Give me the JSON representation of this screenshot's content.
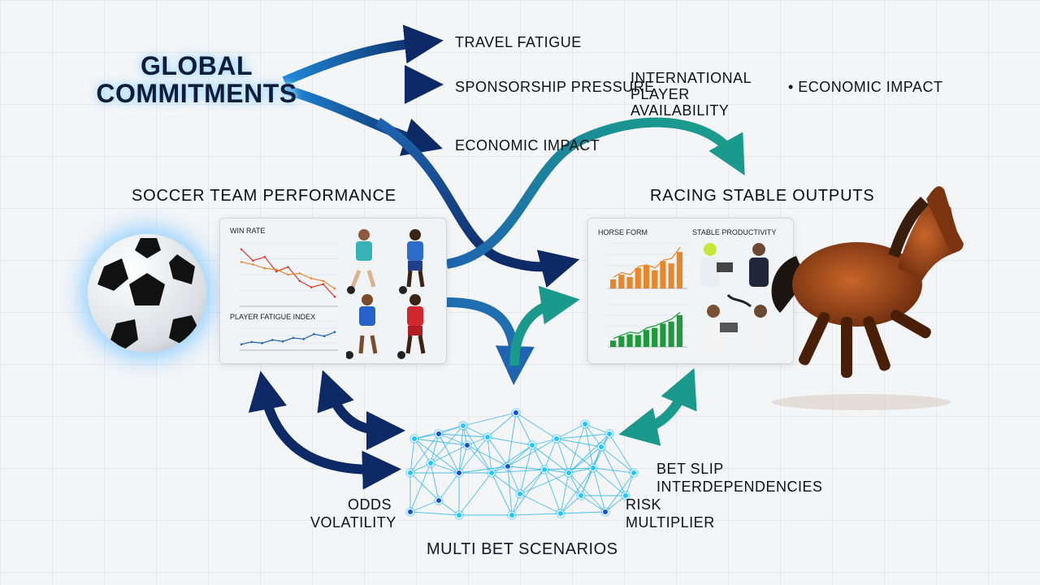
{
  "header": {
    "title": "GLOBAL COMMITMENTS"
  },
  "global_effects": [
    "TRAVEL FATIGUE",
    "SPONSORSHIP PRESSURE",
    "ECONOMIC IMPACT"
  ],
  "extra_effects": {
    "international": "INTERNATIONAL PLAYER AVAILABILITY",
    "economic": "• ECONOMIC IMPACT"
  },
  "soccer": {
    "title": "SOCCER TEAM PERFORMANCE",
    "win_rate_label": "WIN RATE",
    "fatigue_label": "PLAYER FATIGUE INDEX"
  },
  "racing": {
    "title": "RACING STABLE OUTPUTS",
    "horse_form_label": "HORSE FORM",
    "stable_label": "STABLE PRODUCTIVITY"
  },
  "network": {
    "title": "MULTI BET SCENARIOS",
    "left_label": "ODDS VOLATILITY",
    "right_label_1": "BET SLIP INTERDEPENDENCIES",
    "right_label_2": "RISK MULTIPLIER"
  },
  "colors": {
    "navy": "#0e2a66",
    "blue": "#1f64b0",
    "teal": "#1a9a8c",
    "red": "#e03a2f",
    "orange": "#e8872a",
    "green": "#1f9a3a",
    "node_glow": "#27c3ff"
  },
  "icons": [
    "soccer-ball-icon",
    "horse-icon",
    "people-icon"
  ],
  "chart_data": [
    {
      "type": "line",
      "title": "WIN RATE",
      "series": [
        {
          "values": [
            90,
            72,
            78,
            55,
            62,
            40,
            30,
            35,
            15
          ]
        },
        {
          "values": [
            70,
            66,
            60,
            58,
            50,
            52,
            44,
            40,
            28
          ]
        }
      ],
      "ylim": [
        0,
        100
      ]
    },
    {
      "type": "line",
      "title": "PLAYER FATIGUE INDEX",
      "series": [
        {
          "values": [
            20,
            28,
            24,
            35,
            30,
            42,
            38,
            55,
            48,
            62
          ]
        }
      ],
      "ylim": [
        0,
        100
      ]
    },
    {
      "type": "bar",
      "title": "HORSE FORM",
      "values": [
        20,
        30,
        25,
        45,
        50,
        40,
        60,
        55,
        80
      ],
      "trend": [
        25,
        35,
        30,
        48,
        52,
        45,
        62,
        66,
        90
      ],
      "ylim": [
        0,
        100
      ]
    },
    {
      "type": "bar",
      "values": [
        15,
        25,
        30,
        28,
        40,
        45,
        55,
        60,
        75
      ],
      "trend": [
        20,
        28,
        35,
        32,
        45,
        50,
        58,
        66,
        82
      ],
      "ylim": [
        0,
        100
      ]
    }
  ]
}
